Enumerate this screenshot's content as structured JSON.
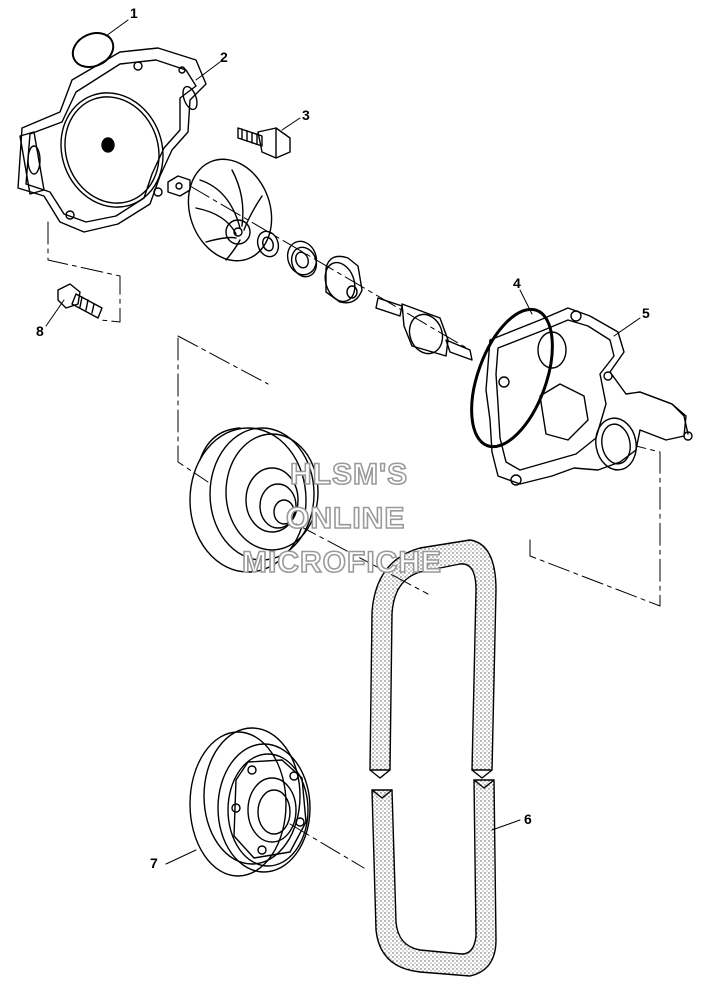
{
  "callouts": {
    "c1": "1",
    "c2": "2",
    "c3": "3",
    "c4": "4",
    "c5": "5",
    "c6": "6",
    "c7": "7",
    "c8": "8"
  },
  "watermark": {
    "line1": "HLSM'S",
    "line2": "ONLINE",
    "line3": "MICROFICHE"
  },
  "colors": {
    "ink": "#000000",
    "watermark_outline": "#9a9a9a",
    "belt_fill": "#d8d8d8"
  }
}
